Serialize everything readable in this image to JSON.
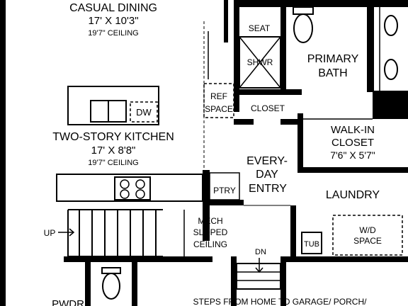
{
  "rooms": {
    "casual_dining": {
      "name": "CASUAL DINING",
      "size": "17' X 10'3\"",
      "ceiling": "19'7\" CEILING"
    },
    "kitchen": {
      "name": "TWO-STORY KITCHEN",
      "size": "17' X 8'8\"",
      "ceiling": "19'7\" CEILING",
      "dw": "DW"
    },
    "seat": "SEAT",
    "shower": "SHWR",
    "primary_bath": {
      "line1": "PRIMARY",
      "line2": "BATH"
    },
    "ref_space": {
      "line1": "REF",
      "line2": "SPACE"
    },
    "closet": "CLOSET",
    "walk_in_closet": {
      "line1": "WALK-IN",
      "line2": "CLOSET",
      "size": "7'6\" X 5'7\""
    },
    "everyday_entry": {
      "line1": "EVERY-",
      "line2": "DAY",
      "line3": "ENTRY"
    },
    "pantry": "PTRY",
    "laundry": "LAUNDRY",
    "wd_space": {
      "line1": "W/D",
      "line2": "SPACE"
    },
    "mech": {
      "line1": "MECH",
      "line2": "SLOPED",
      "line3": "CEILING"
    },
    "tub": "TUB",
    "up": "UP",
    "dn": "DN",
    "pwdr": "PWDR",
    "steps_note": "STEPS FROM HOME TO GARAGE/ PORCH/"
  },
  "colors": {
    "ink": "#000000",
    "paper": "#ffffff"
  }
}
